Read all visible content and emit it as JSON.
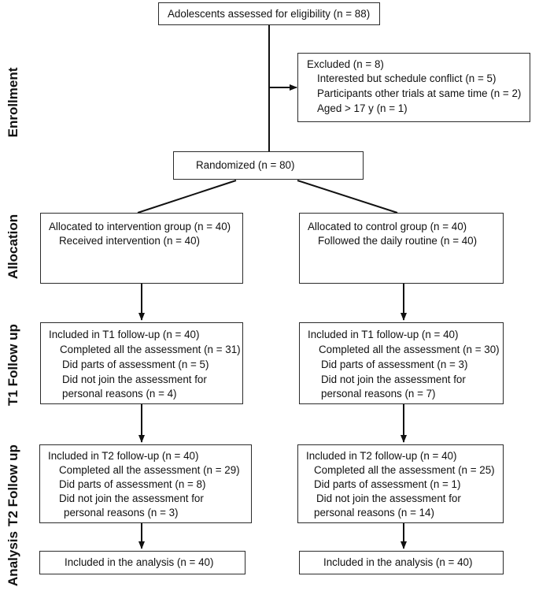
{
  "stages": {
    "enrollment": "Enrollment",
    "allocation": "Allocation",
    "t1": "T1 Follow up",
    "t2": "T2 Follow up",
    "analysis": "Analysis"
  },
  "enrollment": {
    "assessed": "Adolescents assessed for eligibility (n = 88)",
    "excluded": {
      "title": "Excluded (n = 8)",
      "reasons": [
        "Interested but schedule conflict (n = 5)",
        "Participants other trials at same time (n = 2)",
        "Aged > 17 y (n = 1)"
      ]
    },
    "randomized": "Randomized (n = 80)"
  },
  "left": {
    "allocation": [
      "Allocated to intervention group (n = 40)",
      "Received intervention (n = 40)"
    ],
    "t1": [
      "Included in T1 follow-up (n = 40)",
      "Completed all the assessment (n = 31)",
      "Did parts of assessment (n = 5)",
      "Did not join the assessment for",
      "personal reasons (n = 4)"
    ],
    "t2": [
      "Included in T2 follow-up (n = 40)",
      "Completed all the assessment (n = 29)",
      "Did parts of assessment (n = 8)",
      "Did not join the assessment for",
      "personal reasons (n = 3)"
    ],
    "analysis": "Included in the analysis (n = 40)"
  },
  "right": {
    "allocation": [
      "Allocated to control group (n = 40)",
      "Followed the daily routine (n = 40)"
    ],
    "t1": [
      "Included in T1 follow-up (n = 40)",
      "Completed all the assessment (n = 30)",
      "Did parts of assessment (n = 3)",
      "Did not join the assessment for",
      "personal reasons (n = 7)"
    ],
    "t2": [
      "Included in T2 follow-up (n = 40)",
      "Completed all the assessment (n = 25)",
      "Did parts of assessment (n = 1)",
      "Did not join the assessment for",
      "personal reasons (n = 14)"
    ],
    "analysis": "Included in the analysis (n = 40)"
  }
}
